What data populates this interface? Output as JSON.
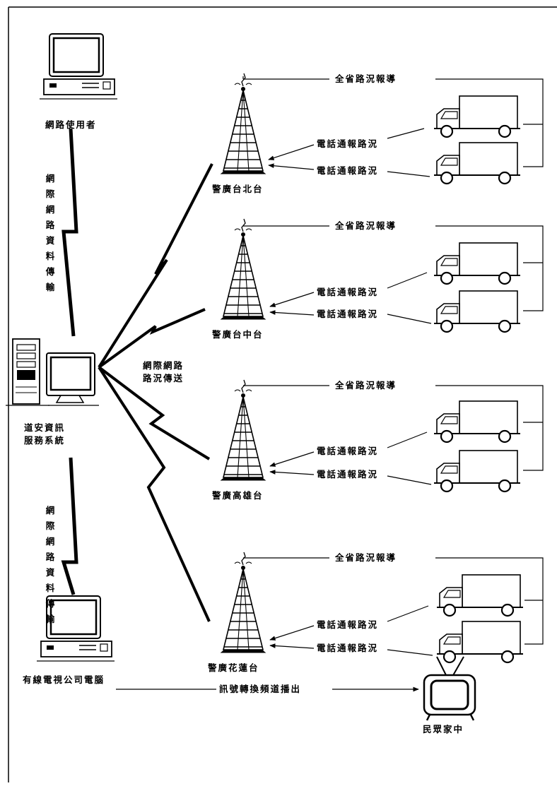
{
  "nodes": {
    "internet_user": "網路使用者",
    "traffic_system": [
      "道安資訊",
      "服務系統"
    ],
    "cable_tv_pc": "有線電視公司電腦",
    "home": "民眾家中"
  },
  "links": {
    "internet_transfer_top": "網際網路資料傳輸",
    "internet_transfer_bottom": "網際網路資料傳輸",
    "internet_traffic_send": [
      "網際網路",
      "路況傳送"
    ],
    "signal_broadcast": "訊號轉換頻道播出"
  },
  "stations": [
    {
      "name": "警廣台北台",
      "report": "全省路況報導",
      "call1": "電話通報路況",
      "call2": "電話通報路況"
    },
    {
      "name": "警廣台中台",
      "report": "全省路況報導",
      "call1": "電話通報路況",
      "call2": "電話通報路況"
    },
    {
      "name": "警廣高雄台",
      "report": "全省路況報導",
      "call1": "電話通報路況",
      "call2": "電話通報路況"
    },
    {
      "name": "警廣花蓮台",
      "report": "全省路況報導",
      "call1": "電話通報路況",
      "call2": "電話通報路況"
    }
  ],
  "icons": [
    "computer-icon",
    "radio-tower-icon",
    "truck-icon",
    "television-icon",
    "lightning-link-icon"
  ]
}
